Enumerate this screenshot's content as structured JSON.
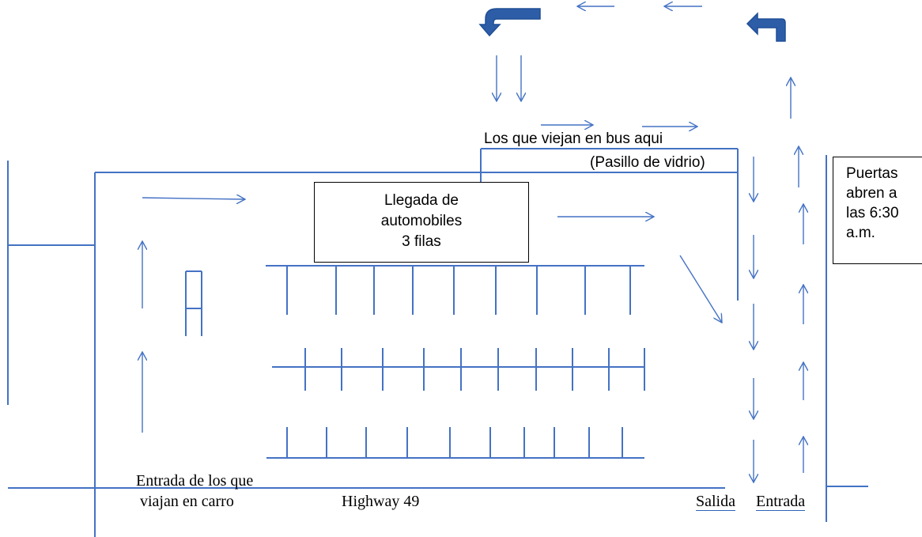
{
  "diagram": {
    "line_color": "#4472C4",
    "thick_arrow_color": "#2E5DA8",
    "bus_label": "Los que viejan en bus aqui",
    "glass_hall_label": "(Pasillo de vidrio)",
    "arrivals_box": {
      "line1": "Llegada de",
      "line2": "automobiles",
      "line3": "3 filas"
    },
    "doors_box": {
      "line1": "Puertas",
      "line2": "abren a",
      "line3": "las 6:30",
      "line4": "a.m."
    },
    "car_entrance": {
      "line1": "Entrada de los que",
      "line2": "viajan en carro"
    },
    "highway_label": "Highway 49",
    "exit_label": "Salida",
    "entrance_label": "Entrada"
  }
}
